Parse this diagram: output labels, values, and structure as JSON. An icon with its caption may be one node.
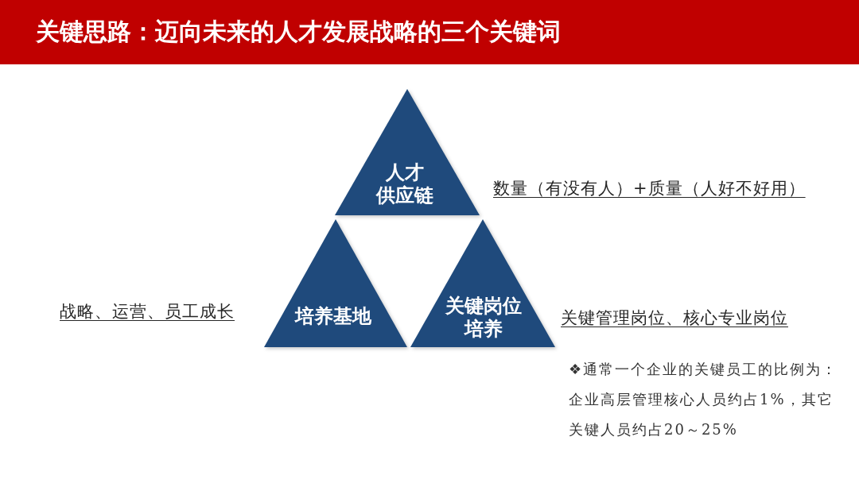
{
  "diagram": {
    "title": "关键思路：迈向未来的人才发展战略的三个关键词",
    "nodes": [
      {
        "text": [
          "人才供应链"
        ],
        "beside": [
          "数量（有没有人）+质量（人好不好用）"
        ]
      },
      {
        "text": [
          "培养基地"
        ],
        "beside": [
          "战略、运营、员工成长"
        ]
      },
      {
        "text": [
          "关键岗位培养"
        ],
        "beside": [
          "关键管理岗位、核心专业岗位"
        ]
      }
    ],
    "labels": [
      "❖通常一个企业的关键员工的比例为：企业高层管理核心人员约占1%，其它关键人员约占20～25%"
    ]
  }
}
